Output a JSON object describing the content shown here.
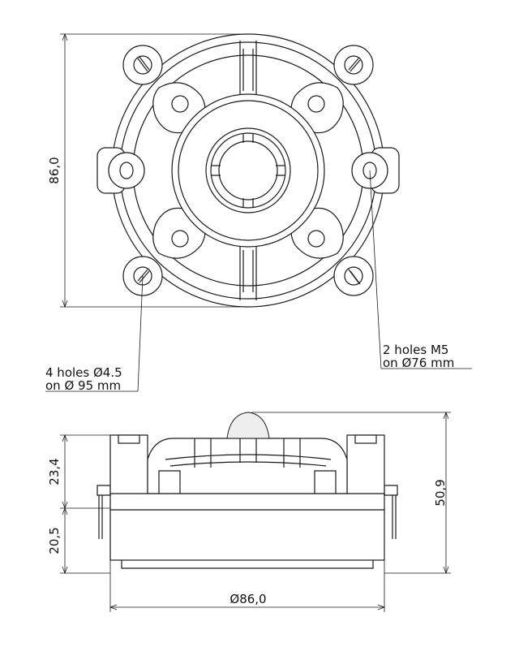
{
  "dimensions": {
    "top_height": "86,0",
    "side_upper_height": "23,4",
    "side_lower_height": "20,5",
    "side_total_height": "50,9",
    "side_width": "Ø86,0"
  },
  "notes": {
    "outer_holes_line1": "4 holes  Ø4.5",
    "outer_holes_line2": "on  Ø 95 mm",
    "inner_holes_line1": "2 holes M5",
    "inner_holes_line2": "on  Ø76 mm"
  }
}
